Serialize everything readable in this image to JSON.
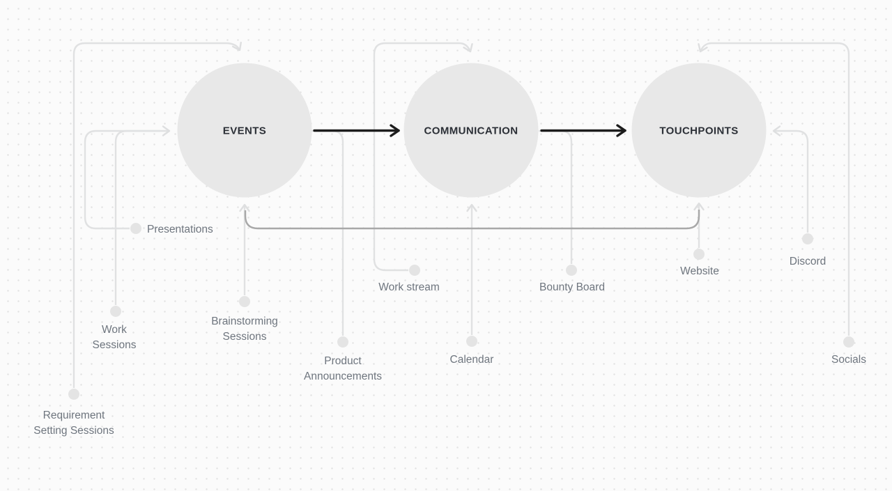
{
  "diagram": {
    "title": "community flow diagram",
    "stages": [
      {
        "id": "events",
        "label": "EVENTS"
      },
      {
        "id": "communication",
        "label": "COMMUNICATION"
      },
      {
        "id": "touchpoints",
        "label": "TOUCHPOINTS"
      }
    ],
    "nodes": [
      {
        "id": "requirement-setting-sessions",
        "label": "Requirement\nSetting Sessions"
      },
      {
        "id": "work-sessions",
        "label": "Work\nSessions"
      },
      {
        "id": "presentations",
        "label": "Presentations"
      },
      {
        "id": "brainstorming-sessions",
        "label": "Brainstorming\nSessions"
      },
      {
        "id": "product-announcements",
        "label": "Product\nAnnouncements"
      },
      {
        "id": "work-stream",
        "label": "Work stream"
      },
      {
        "id": "calendar",
        "label": "Calendar"
      },
      {
        "id": "bounty-board",
        "label": "Bounty Board"
      },
      {
        "id": "website",
        "label": "Website"
      },
      {
        "id": "discord",
        "label": "Discord"
      },
      {
        "id": "socials",
        "label": "Socials"
      }
    ],
    "connections": [
      {
        "from": "events",
        "to": "communication",
        "style": "black-arrow"
      },
      {
        "from": "communication",
        "to": "touchpoints",
        "style": "black-arrow"
      },
      {
        "from": "requirement-setting-sessions",
        "to": "events",
        "style": "light-arrow"
      },
      {
        "from": "presentations",
        "to": "events",
        "style": "light-arrow"
      },
      {
        "from": "work-sessions",
        "to": "events",
        "style": "light-arrow"
      },
      {
        "from": "brainstorming-sessions",
        "to": "events",
        "style": "light-arrow"
      },
      {
        "from": "events",
        "to": "product-announcements",
        "style": "light-line"
      },
      {
        "from": "work-stream",
        "to": "communication",
        "style": "light-arrow"
      },
      {
        "from": "calendar",
        "to": "communication",
        "style": "light-arrow"
      },
      {
        "from": "communication",
        "to": "bounty-board",
        "style": "light-line"
      },
      {
        "from": "website",
        "to": "touchpoints",
        "style": "light-arrow"
      },
      {
        "from": "discord",
        "to": "touchpoints",
        "style": "light-arrow"
      },
      {
        "from": "socials",
        "to": "touchpoints",
        "style": "light-arrow"
      },
      {
        "from": "touchpoints",
        "to": "events",
        "style": "dark-feedback-line"
      }
    ],
    "colors": {
      "background": "#fbfbfb",
      "grid_dot": "#e2e2e2",
      "stage_circle_fill": "#e8e8e8",
      "connector_light": "#e0e1e2",
      "connector_dark": "#a8a8a8",
      "arrow_black": "#1c1c1c",
      "stage_text": "#2b2f36",
      "node_text": "#6e757e",
      "node_dot_fill": "#e4e4e4"
    }
  }
}
